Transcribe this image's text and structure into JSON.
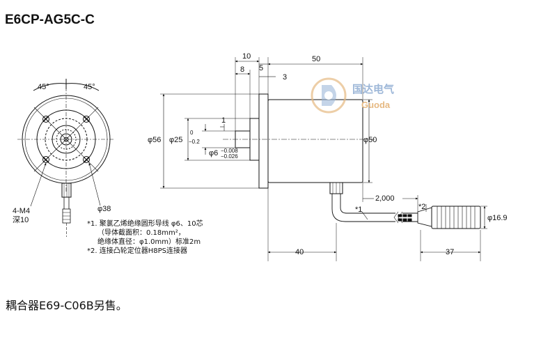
{
  "title": "E6CP-AG5C-C",
  "caption": "耦合器E69-C06B另售。",
  "logo": {
    "cn": "国达电气",
    "en": "Guoda"
  },
  "front_view": {
    "angle_left": "45°",
    "angle_right": "45°",
    "holes": "4-M4",
    "depth": "深10",
    "diameter": "φ38"
  },
  "side_view": {
    "dim_10": "10",
    "dim_5": "5",
    "dim_8": "8",
    "dim_3": "3",
    "dim_50_top": "50",
    "dim_1": "1",
    "dia_56": "φ56",
    "dia_25": "φ25",
    "dia_25_tol_upper": "0",
    "dia_25_tol_lower": "−0.2",
    "dia_6": "φ6",
    "dia_6_tol_upper": "−0.008",
    "dia_6_tol_lower": "−0.026",
    "dia_50": "φ50",
    "dim_2000": "2,000",
    "dim_40": "40",
    "dim_37": "37",
    "dia_16_9": "φ16.9",
    "mark_1": "*1",
    "mark_2": "*2"
  },
  "notes": {
    "n1_line1": "*1. 聚氯乙烯绝缘圆形导线 φ6、10芯",
    "n1_line2": "（导体截面积：0.18mm²，",
    "n1_line3": "绝缘体直径：φ1.0mm）标准2m",
    "n2": "*2. 连接凸轮定位器H8PS连接器"
  },
  "colors": {
    "accent_blue": "#9db7d8",
    "accent_orange": "#e6b982"
  }
}
